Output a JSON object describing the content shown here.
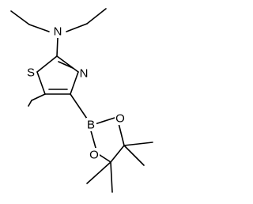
{
  "molecule": {
    "atoms": {
      "amine_n": "N",
      "ring_s": "S",
      "ring_n": "N",
      "boron": "B",
      "oxygen_upper": "O",
      "oxygen_lower": "O"
    }
  }
}
